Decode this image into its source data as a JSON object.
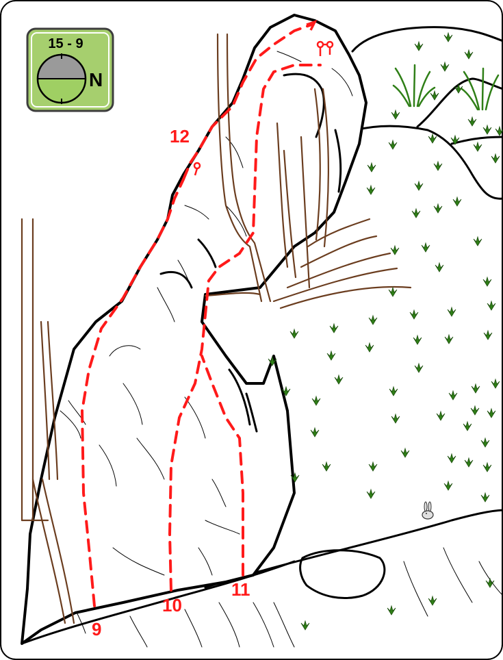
{
  "colors": {
    "route": "#ff1a1a",
    "badge_bg": "#a6cf6e",
    "badge_border": "#3d3d3d",
    "compass_top": "#9a9a9a",
    "compass_bottom": "#9fcf63",
    "grass": "#2f7f17",
    "trunk": "#6b3d1f"
  },
  "badge": {
    "grade": "15 - 9",
    "direction": "N"
  },
  "routes": [
    {
      "id": "9",
      "label": "9"
    },
    {
      "id": "10",
      "label": "10"
    },
    {
      "id": "11",
      "label": "11"
    },
    {
      "id": "12",
      "label": "12"
    }
  ],
  "icons": {
    "anchor": "anchor-icon",
    "grass": "grass-tuft-icon",
    "animal": "rabbit-icon"
  }
}
